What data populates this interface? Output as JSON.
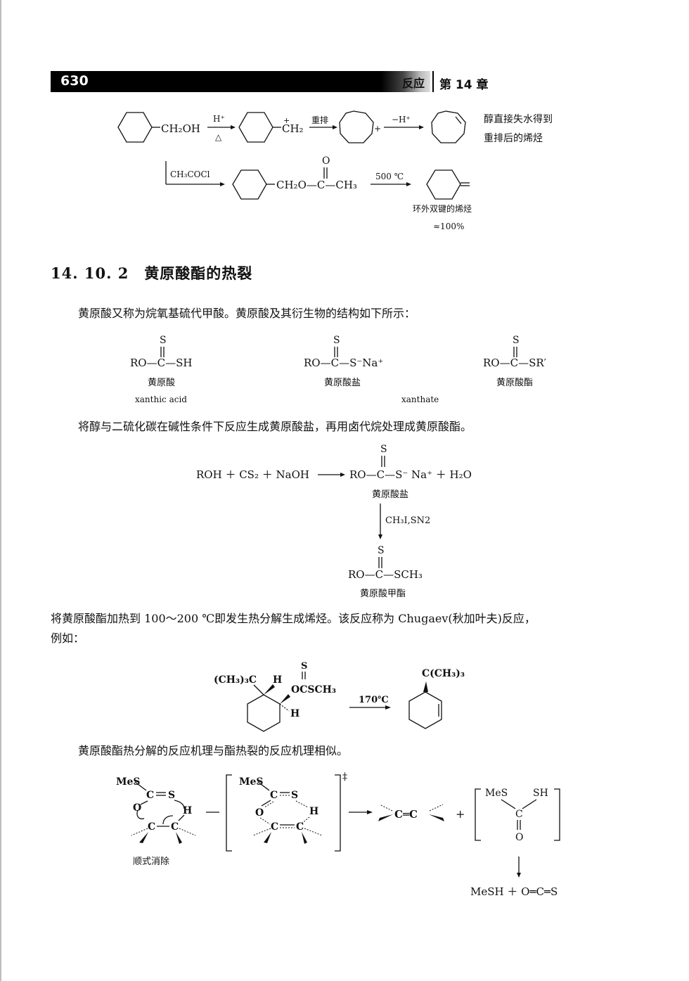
{
  "header": {
    "page_number": "630",
    "header_tail": "反应",
    "chapter": "第 14 章"
  },
  "scheme1": {
    "reagent1_top": "H⁺",
    "reagent1_bottom": "△",
    "ch2oh": "CH₂OH",
    "ch2plus": "CH₂",
    "plus_charge": "+",
    "rearrange": "重排",
    "minus_h": "−H⁺",
    "note_line1": "醇直接失水得到",
    "note_line2": "重排后的烯烃",
    "reagent2": "CH₃COCl",
    "ester": "CH₂O—C—CH₃",
    "ester_o": "O",
    "temp": "500 ℃",
    "exo_label": "环外双键的烯烃",
    "exo_yield": "≈100%"
  },
  "section": {
    "title": "14. 10. 2　黄原酸酯的热裂",
    "intro": "黄原酸又称为烷氧基硫代甲酸。黄原酸及其衍生物的结构如下所示："
  },
  "structures": {
    "s": "S",
    "acid": "RO—C—SH",
    "acid_cn": "黄原酸",
    "acid_en": "xanthic acid",
    "salt": "RO—C—S⁻Na⁺",
    "salt_cn": "黄原酸盐",
    "salt_en": "xanthate",
    "ester": "RO—C—SR′",
    "ester_cn": "黄原酸酯"
  },
  "prep": {
    "text": "将醇与二硫化碳在碱性条件下反应生成黄原酸盐，再用卤代烷处理成黄原酸酯。",
    "reactants": "ROH ＋ CS₂ ＋ NaOH",
    "product": "RO—C—S⁻ Na⁺ ＋ H₂O",
    "product_cn": "黄原酸盐",
    "reagent": "CH₃I,SN2",
    "methyl": "RO—C—SCH₃",
    "methyl_cn": "黄原酸甲酯"
  },
  "chugaev": {
    "line1": "将黄原酸酯加热到 100～200 ℃即发生热分解生成烯烃。该反应称为 Chugaev(秋加叶夫)反应，",
    "line2": "例如：",
    "tbu": "(CH₃)₃C",
    "h": "H",
    "ocsch3": "OCSCH₃",
    "temp": "170℃",
    "product_tbu": "C(CH₃)₃"
  },
  "mechanism": {
    "text": "黄原酸酯热分解的反应机理与酯热裂的反应机理相似。",
    "mes": "MeS",
    "c": "C",
    "o": "O",
    "s": "S",
    "h": "H",
    "sh": "SH",
    "ts_mark": "‡",
    "plus": "+",
    "syn": "顺式消除",
    "alkene": "C═C",
    "final": "MeSH ＋ O═C═S"
  }
}
